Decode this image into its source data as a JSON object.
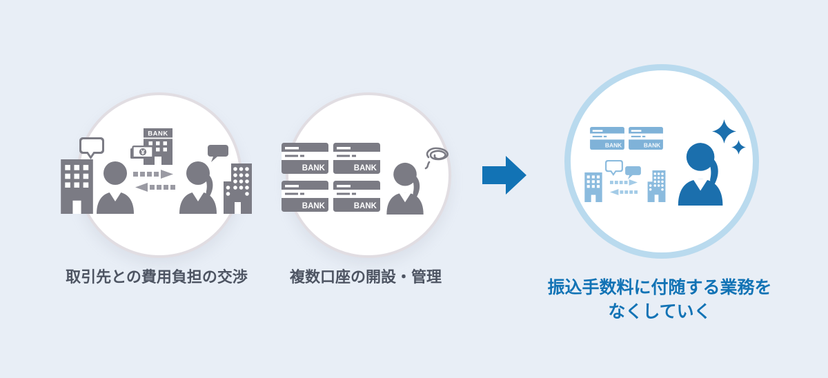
{
  "page": {
    "background_color": "#e8eef6",
    "accent_blue": "#1273b5",
    "icon_gray": "#7b7b84",
    "faded_blue": "#8bbbde",
    "ring_blue": "#b9daee",
    "caption_color": "#4d5462"
  },
  "steps": [
    {
      "caption": "取引先との費用負担の交渉",
      "bank_sign": "BANK",
      "yen": "¥"
    },
    {
      "caption": "複数口座の開設・管理",
      "cards": [
        "BANK",
        "BANK",
        "BANK",
        "BANK"
      ]
    },
    {
      "caption_line1": "振込手数料に付随する業務を",
      "caption_line2": "なくしていく",
      "cards": [
        "BANK",
        "BANK"
      ]
    }
  ]
}
